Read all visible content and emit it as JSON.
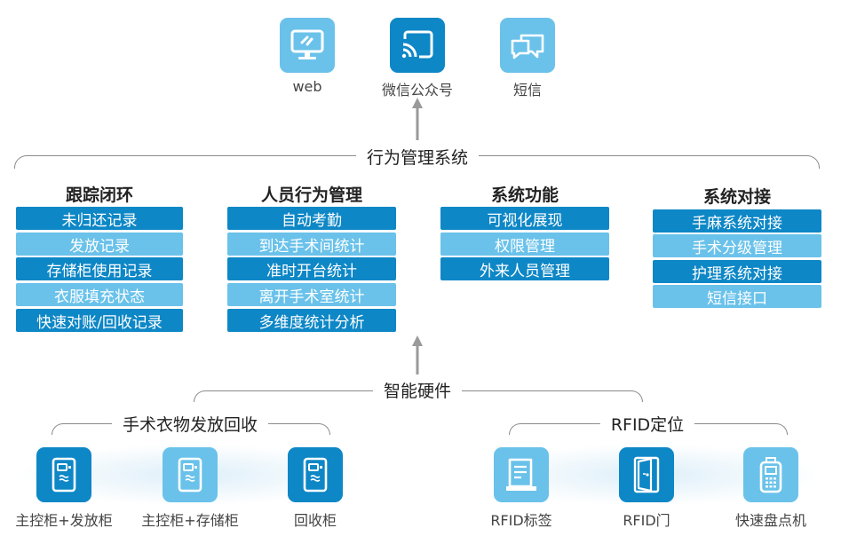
{
  "top_channels": [
    {
      "label": "web",
      "icon": "monitor-icon"
    },
    {
      "label": "微信公众号",
      "icon": "cast-icon"
    },
    {
      "label": "短信",
      "icon": "chat-icon"
    }
  ],
  "main_system": {
    "title": "行为管理系统"
  },
  "columns": [
    {
      "title": "跟踪闭环",
      "items": [
        "未归还记录",
        "发放记录",
        "存储柜使用记录",
        "衣服填充状态",
        "快速对账/回收记录"
      ]
    },
    {
      "title": "人员行为管理",
      "items": [
        "自动考勤",
        "到达手术间统计",
        "准时开台统计",
        "离开手术室统计",
        "多维度统计分析"
      ]
    },
    {
      "title": "系统功能",
      "items": [
        "可视化展现",
        "权限管理",
        "外来人员管理"
      ]
    },
    {
      "title": "系统对接",
      "items": [
        "手麻系统对接",
        "手术分级管理",
        "护理系统对接",
        "短信接口"
      ]
    }
  ],
  "hardware": {
    "title": "智能硬件"
  },
  "groups": [
    {
      "title": "手术衣物发放回收",
      "devices": [
        {
          "label": "主控柜+发放柜",
          "icon": "cabinet-icon"
        },
        {
          "label": "主控柜+存储柜",
          "icon": "cabinet-icon"
        },
        {
          "label": "回收柜",
          "icon": "cabinet-icon"
        }
      ]
    },
    {
      "title": "RFID定位",
      "devices": [
        {
          "label": "RFID标签",
          "icon": "tag-document-icon"
        },
        {
          "label": "RFID门",
          "icon": "door-icon"
        },
        {
          "label": "快速盘点机",
          "icon": "handheld-scanner-icon"
        }
      ]
    }
  ],
  "colors": {
    "dark": "#0e87c6",
    "light": "#6ac2ea",
    "line": "#8a8a8a"
  }
}
